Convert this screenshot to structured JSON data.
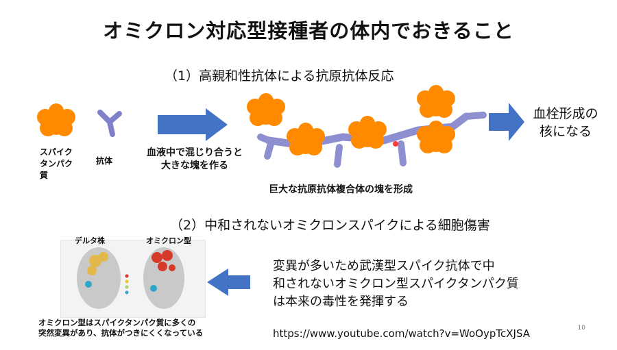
{
  "slide": {
    "title": "オミクロン対応型接種者の体内でおきること",
    "section1": "（1）高親和性抗体による抗原抗体反応",
    "section2": "（2）中和されないオミクロンスパイクによる細胞傷害",
    "spike_label_line1": "スパイク",
    "spike_label_line2": "タンパク",
    "spike_label_line3": "質",
    "antibody_label": "抗体",
    "mix_line1": "血液中で混じり合うと",
    "mix_line2": "大きな塊を作る",
    "clot_line1": "血栓形成の",
    "clot_line2": "核になる",
    "complex_caption": "巨大な抗原抗体複合体の塊を形成",
    "delta_label": "デルタ株",
    "omicron_label": "オミクロン型",
    "variant_line1": "変異が多いため武漢型スパイク抗体で中",
    "variant_line2": "和されないオミクロン型スパイクタンパク質",
    "variant_line3": "は本来の毒性を発揮する",
    "mutation_caption_line1": "オミクロン型はスパイクタンパク質に多くの",
    "mutation_caption_line2": "突然変異があり、抗体がつきにくくなっている",
    "url": "https://www.youtube.com/watch?v=WoOypTcXJSA",
    "page_number": "10"
  },
  "colors": {
    "spike_orange": "#ff8a00",
    "antibody_purple": "#8d8fd0",
    "arrow_blue": "#4472c4"
  }
}
